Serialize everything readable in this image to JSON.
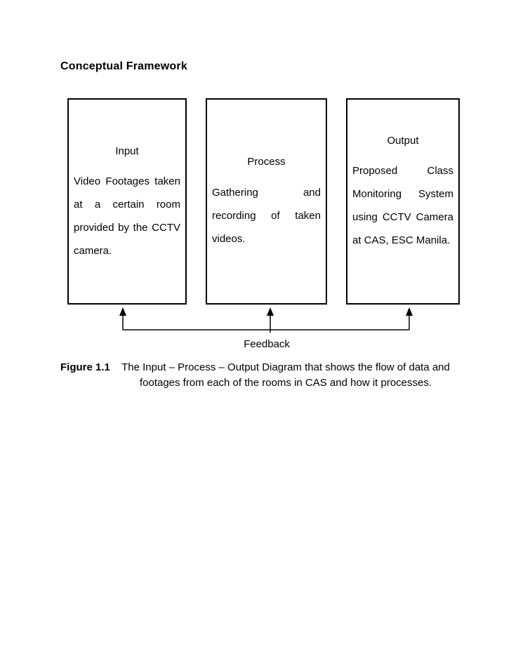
{
  "colors": {
    "background": "#ffffff",
    "text": "#000000",
    "box_border": "#000000",
    "arrow": "#000000"
  },
  "heading": "Conceptual Framework",
  "diagram": {
    "boxes": [
      {
        "title": "Input",
        "lines": [
          "Video Footages taken",
          "at a certain room",
          "provided by the CCTV",
          "camera."
        ]
      },
      {
        "title": "Process",
        "lines": [
          "Gathering and",
          "recording of taken",
          "videos."
        ]
      },
      {
        "title": "Output",
        "lines": [
          "Proposed Class",
          "Monitoring System",
          "using CCTV Camera",
          "at CAS, ESC Manila."
        ]
      }
    ],
    "feedback_label": "Feedback"
  },
  "caption": {
    "label": "Figure 1.1",
    "line1": "The Input – Process – Output Diagram that shows the flow of data and",
    "line2": "footages from each of the rooms in CAS and how it processes."
  }
}
